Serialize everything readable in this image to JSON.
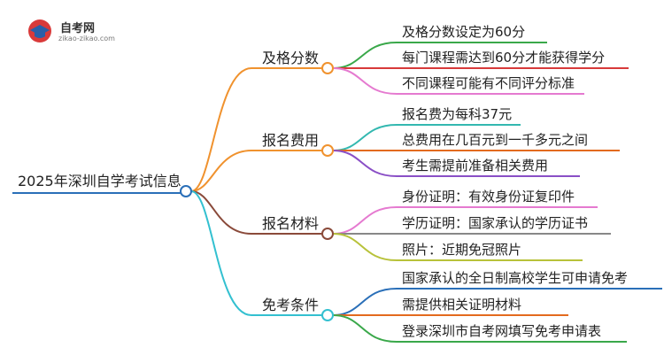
{
  "logo": {
    "name": "自考网",
    "url": "zikao-zikao.com"
  },
  "root": "2025年深圳自学考试信息",
  "branches": [
    {
      "label": "及格分数",
      "color": "#f0922e",
      "leaves": [
        {
          "text": "及格分数设定为60分",
          "color": "#3aa84a"
        },
        {
          "text": "每门课程需达到60分才能获得学分",
          "color": "#d83a3a"
        },
        {
          "text": "不同课程可能有不同评分标准",
          "color": "#e57ad0"
        }
      ]
    },
    {
      "label": "报名费用",
      "color": "#f0922e",
      "leaves": [
        {
          "text": "报名费为每科37元",
          "color": "#33b8b0"
        },
        {
          "text": "总费用在几百元到一千多元之间",
          "color": "#e36a1e"
        },
        {
          "text": "考生需提前准备相关费用",
          "color": "#8a4fc6"
        }
      ]
    },
    {
      "label": "报名材料",
      "color": "#8a4a3a",
      "leaves": [
        {
          "text": "身份证明：有效身份证复印件",
          "color": "#e57ad0"
        },
        {
          "text": "学历证明：国家承认的学历证书",
          "color": "#888888"
        },
        {
          "text": "照片：近期免冠照片",
          "color": "#b8c23a"
        }
      ]
    },
    {
      "label": "免考条件",
      "color": "#33c0d0",
      "leaves": [
        {
          "text": "国家承认的全日制高校学生可申请免考",
          "color": "#2a6fb8"
        },
        {
          "text": "需提供相关证明材料",
          "color": "#e36a1e"
        },
        {
          "text": "登录深圳市自考网填写免考申请表",
          "color": "#3aa84a"
        }
      ]
    }
  ],
  "colors": {
    "root_line": "#2a6fb8",
    "node_fill": "#ffffff"
  }
}
